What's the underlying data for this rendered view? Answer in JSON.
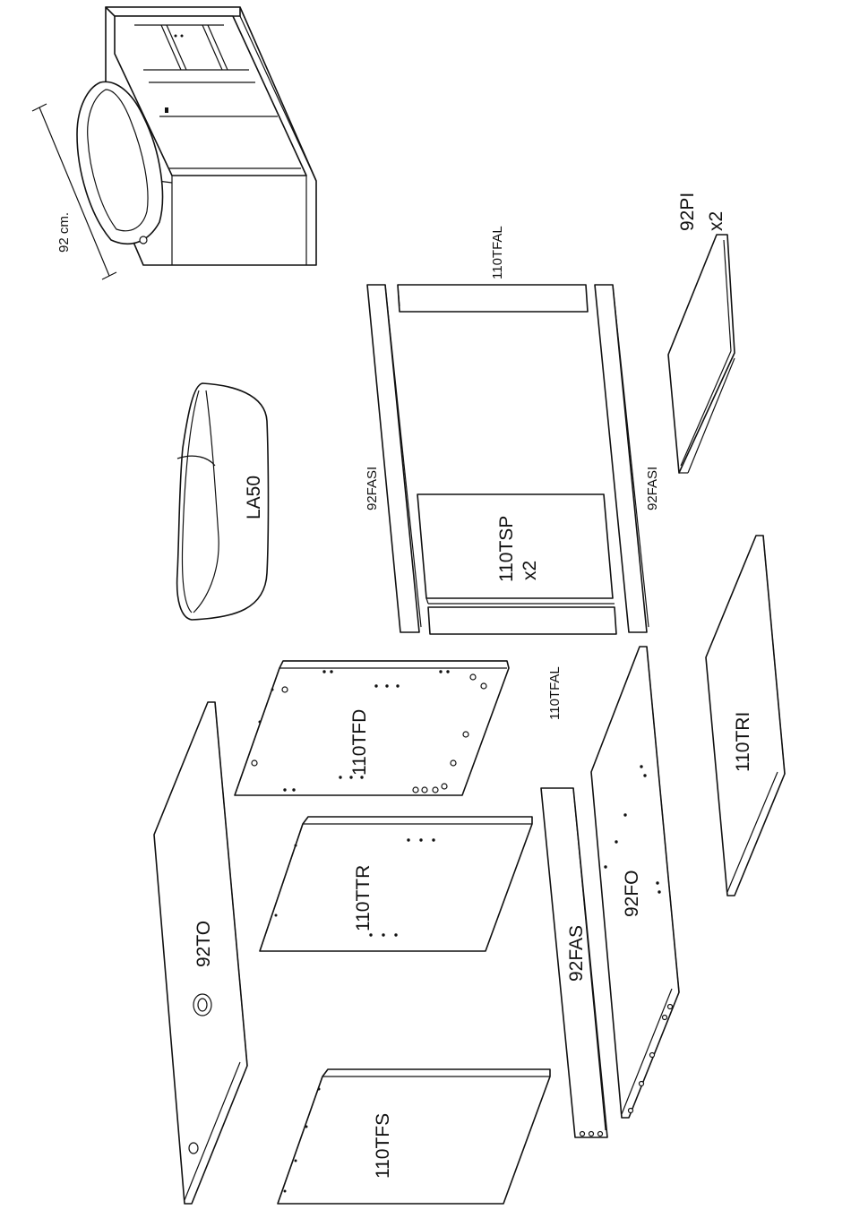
{
  "dimension": {
    "text": "92 cm."
  },
  "parts": {
    "basin": "LA50",
    "top": "92TO",
    "side_left": "110TFS",
    "side_right": "110TFD",
    "back": "110TTR",
    "front_rail": "92FAS",
    "bottom": "92FO",
    "rail_top_left": "92FASI",
    "rail_top_right": "92FASI",
    "rail_short_upper": "110TFAL",
    "rail_short_lower": "110TFAL",
    "shelf_support": "110TSP",
    "shelf_support_qty": "x2",
    "inner_shelf": "92PI",
    "inner_shelf_qty": "x2",
    "inner_panel": "110TRI"
  }
}
